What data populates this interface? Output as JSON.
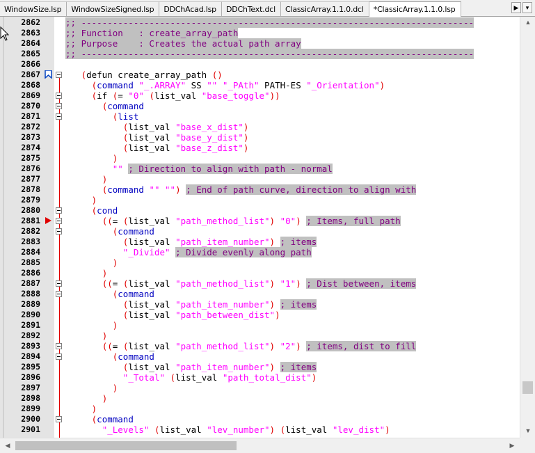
{
  "tabs": [
    {
      "label": "WindowSize.lsp",
      "active": false
    },
    {
      "label": "WindowSizeSigned.lsp",
      "active": false
    },
    {
      "label": "DDChAcad.lsp",
      "active": false
    },
    {
      "label": "DDChText.dcl",
      "active": false
    },
    {
      "label": "ClassicArray.1.1.0.dcl",
      "active": false
    },
    {
      "label": "*ClassicArray.1.1.0.lsp",
      "active": true
    }
  ],
  "tab_nav": {
    "next": "▶",
    "menu": "▾"
  },
  "colors": {
    "comment": "#800080",
    "keyword": "#0000c0",
    "paren": "#e00000",
    "string": "#ff00ff",
    "gutter": "#e4e4e4"
  },
  "lines": [
    {
      "n": "2862",
      "segs": [
        [
          ";; ---------------------------------------------------------------------------",
          "cmfull"
        ]
      ]
    },
    {
      "n": "2863",
      "segs": [
        [
          ";; Function   : create_array_path",
          "cmfull"
        ]
      ]
    },
    {
      "n": "2864",
      "segs": [
        [
          ";; Purpose    : Creates the actual path array",
          "cmfull"
        ]
      ]
    },
    {
      "n": "2865",
      "segs": [
        [
          ";; ---------------------------------------------------------------------------",
          "cmfull"
        ]
      ]
    },
    {
      "n": "2866",
      "segs": []
    },
    {
      "n": "2867",
      "bookmark": true,
      "fold": true,
      "segs": [
        [
          "   ",
          ""
        ],
        [
          "(",
          "pr"
        ],
        [
          "defun create_array_path ",
          ""
        ],
        [
          "()",
          "pr"
        ]
      ]
    },
    {
      "n": "2868",
      "segs": [
        [
          "     ",
          ""
        ],
        [
          "(",
          "pr"
        ],
        [
          "command ",
          "kw"
        ],
        [
          "\"_.ARRAY\"",
          "st"
        ],
        [
          " SS ",
          ""
        ],
        [
          "\"\"",
          "st"
        ],
        [
          " ",
          ""
        ],
        [
          "\"_PAth\"",
          "st"
        ],
        [
          " PATH-ES ",
          ""
        ],
        [
          "\"_Orientation\"",
          "st"
        ],
        [
          ")",
          "pr"
        ]
      ]
    },
    {
      "n": "2869",
      "fold": true,
      "segs": [
        [
          "     ",
          ""
        ],
        [
          "(",
          "pr"
        ],
        [
          "if ",
          ""
        ],
        [
          "(",
          "pr"
        ],
        [
          "= ",
          ""
        ],
        [
          "\"0\"",
          "st"
        ],
        [
          " ",
          ""
        ],
        [
          "(",
          "pr"
        ],
        [
          "list_val ",
          ""
        ],
        [
          "\"base_toggle\"",
          "st"
        ],
        [
          "))",
          "pr"
        ]
      ]
    },
    {
      "n": "2870",
      "fold": true,
      "segs": [
        [
          "       ",
          ""
        ],
        [
          "(",
          "pr"
        ],
        [
          "command",
          "kw"
        ]
      ]
    },
    {
      "n": "2871",
      "fold": true,
      "segs": [
        [
          "         ",
          ""
        ],
        [
          "(",
          "pr"
        ],
        [
          "list",
          "kw"
        ]
      ]
    },
    {
      "n": "2872",
      "segs": [
        [
          "           ",
          ""
        ],
        [
          "(",
          "pr"
        ],
        [
          "list_val ",
          ""
        ],
        [
          "\"base_x_dist\"",
          "st"
        ],
        [
          ")",
          "pr"
        ]
      ]
    },
    {
      "n": "2873",
      "segs": [
        [
          "           ",
          ""
        ],
        [
          "(",
          "pr"
        ],
        [
          "list_val ",
          ""
        ],
        [
          "\"base_y_dist\"",
          "st"
        ],
        [
          ")",
          "pr"
        ]
      ]
    },
    {
      "n": "2874",
      "segs": [
        [
          "           ",
          ""
        ],
        [
          "(",
          "pr"
        ],
        [
          "list_val ",
          ""
        ],
        [
          "\"base_z_dist\"",
          "st"
        ],
        [
          ")",
          "pr"
        ]
      ]
    },
    {
      "n": "2875",
      "segs": [
        [
          "         ",
          ""
        ],
        [
          ")",
          "pr"
        ]
      ]
    },
    {
      "n": "2876",
      "segs": [
        [
          "         ",
          ""
        ],
        [
          "\"\"",
          "st"
        ],
        [
          " ",
          ""
        ],
        [
          "; Direction to align with path - normal",
          "cm"
        ]
      ]
    },
    {
      "n": "2877",
      "segs": [
        [
          "       ",
          ""
        ],
        [
          ")",
          "pr"
        ]
      ]
    },
    {
      "n": "2878",
      "segs": [
        [
          "       ",
          ""
        ],
        [
          "(",
          "pr"
        ],
        [
          "command ",
          "kw"
        ],
        [
          "\"\"",
          "st"
        ],
        [
          " ",
          ""
        ],
        [
          "\"\"",
          "st"
        ],
        [
          ")",
          "pr"
        ],
        [
          " ",
          ""
        ],
        [
          "; End of path curve, direction to align with",
          "cm"
        ]
      ]
    },
    {
      "n": "2879",
      "segs": [
        [
          "     ",
          ""
        ],
        [
          ")",
          "pr"
        ]
      ]
    },
    {
      "n": "2880",
      "fold": true,
      "segs": [
        [
          "     ",
          ""
        ],
        [
          "(",
          "pr"
        ],
        [
          "cond",
          "kw"
        ]
      ]
    },
    {
      "n": "2881",
      "marker": true,
      "fold": true,
      "segs": [
        [
          "       ",
          ""
        ],
        [
          "((",
          "pr"
        ],
        [
          "= ",
          ""
        ],
        [
          "(",
          "pr"
        ],
        [
          "list_val ",
          ""
        ],
        [
          "\"path_method_list\"",
          "st"
        ],
        [
          ")",
          "pr"
        ],
        [
          " ",
          ""
        ],
        [
          "\"0\"",
          "st"
        ],
        [
          ")",
          "pr"
        ],
        [
          " ",
          ""
        ],
        [
          "; Items, full path",
          "cm"
        ]
      ]
    },
    {
      "n": "2882",
      "fold": true,
      "segs": [
        [
          "         ",
          ""
        ],
        [
          "(",
          "pr"
        ],
        [
          "command",
          "kw"
        ]
      ]
    },
    {
      "n": "2883",
      "segs": [
        [
          "           ",
          ""
        ],
        [
          "(",
          "pr"
        ],
        [
          "list_val ",
          ""
        ],
        [
          "\"path_item_number\"",
          "st"
        ],
        [
          ")",
          "pr"
        ],
        [
          " ",
          ""
        ],
        [
          "; items",
          "cm"
        ]
      ]
    },
    {
      "n": "2884",
      "segs": [
        [
          "           ",
          ""
        ],
        [
          "\"_Divide\"",
          "st"
        ],
        [
          " ",
          ""
        ],
        [
          "; Divide evenly along path",
          "cm"
        ]
      ]
    },
    {
      "n": "2885",
      "segs": [
        [
          "         ",
          ""
        ],
        [
          ")",
          "pr"
        ]
      ]
    },
    {
      "n": "2886",
      "segs": [
        [
          "       ",
          ""
        ],
        [
          ")",
          "pr"
        ]
      ]
    },
    {
      "n": "2887",
      "fold": true,
      "segs": [
        [
          "       ",
          ""
        ],
        [
          "((",
          "pr"
        ],
        [
          "= ",
          ""
        ],
        [
          "(",
          "pr"
        ],
        [
          "list_val ",
          ""
        ],
        [
          "\"path_method_list\"",
          "st"
        ],
        [
          ")",
          "pr"
        ],
        [
          " ",
          ""
        ],
        [
          "\"1\"",
          "st"
        ],
        [
          ")",
          "pr"
        ],
        [
          " ",
          ""
        ],
        [
          "; Dist between, items",
          "cm"
        ]
      ]
    },
    {
      "n": "2888",
      "fold": true,
      "segs": [
        [
          "         ",
          ""
        ],
        [
          "(",
          "pr"
        ],
        [
          "command",
          "kw"
        ]
      ]
    },
    {
      "n": "2889",
      "segs": [
        [
          "           ",
          ""
        ],
        [
          "(",
          "pr"
        ],
        [
          "list_val ",
          ""
        ],
        [
          "\"path_item_number\"",
          "st"
        ],
        [
          ")",
          "pr"
        ],
        [
          " ",
          ""
        ],
        [
          "; items",
          "cm"
        ]
      ]
    },
    {
      "n": "2890",
      "segs": [
        [
          "           ",
          ""
        ],
        [
          "(",
          "pr"
        ],
        [
          "list_val ",
          ""
        ],
        [
          "\"path_between_dist\"",
          "st"
        ],
        [
          ")",
          "pr"
        ]
      ]
    },
    {
      "n": "2891",
      "segs": [
        [
          "         ",
          ""
        ],
        [
          ")",
          "pr"
        ]
      ]
    },
    {
      "n": "2892",
      "segs": [
        [
          "       ",
          ""
        ],
        [
          ")",
          "pr"
        ]
      ]
    },
    {
      "n": "2893",
      "fold": true,
      "segs": [
        [
          "       ",
          ""
        ],
        [
          "((",
          "pr"
        ],
        [
          "= ",
          ""
        ],
        [
          "(",
          "pr"
        ],
        [
          "list_val ",
          ""
        ],
        [
          "\"path_method_list\"",
          "st"
        ],
        [
          ")",
          "pr"
        ],
        [
          " ",
          ""
        ],
        [
          "\"2\"",
          "st"
        ],
        [
          ")",
          "pr"
        ],
        [
          " ",
          ""
        ],
        [
          "; items, dist to fill",
          "cm"
        ]
      ]
    },
    {
      "n": "2894",
      "fold": true,
      "segs": [
        [
          "         ",
          ""
        ],
        [
          "(",
          "pr"
        ],
        [
          "command",
          "kw"
        ]
      ]
    },
    {
      "n": "2895",
      "segs": [
        [
          "           ",
          ""
        ],
        [
          "(",
          "pr"
        ],
        [
          "list_val ",
          ""
        ],
        [
          "\"path_item_number\"",
          "st"
        ],
        [
          ")",
          "pr"
        ],
        [
          " ",
          ""
        ],
        [
          "; items",
          "cm"
        ]
      ]
    },
    {
      "n": "2896",
      "segs": [
        [
          "           ",
          ""
        ],
        [
          "\"_Total\"",
          "st"
        ],
        [
          " ",
          ""
        ],
        [
          "(",
          "pr"
        ],
        [
          "list_val ",
          ""
        ],
        [
          "\"path_total_dist\"",
          "st"
        ],
        [
          ")",
          "pr"
        ]
      ]
    },
    {
      "n": "2897",
      "segs": [
        [
          "         ",
          ""
        ],
        [
          ")",
          "pr"
        ]
      ]
    },
    {
      "n": "2898",
      "segs": [
        [
          "       ",
          ""
        ],
        [
          ")",
          "pr"
        ]
      ]
    },
    {
      "n": "2899",
      "segs": [
        [
          "     ",
          ""
        ],
        [
          ")",
          "pr"
        ]
      ]
    },
    {
      "n": "2900",
      "fold": true,
      "segs": [
        [
          "     ",
          ""
        ],
        [
          "(",
          "pr"
        ],
        [
          "command",
          "kw"
        ]
      ]
    },
    {
      "n": "2901",
      "segs": [
        [
          "       ",
          ""
        ],
        [
          "\"_Levels\"",
          "st"
        ],
        [
          " ",
          ""
        ],
        [
          "(",
          "pr"
        ],
        [
          "list_val ",
          ""
        ],
        [
          "\"lev_number\"",
          "st"
        ],
        [
          ")",
          "pr"
        ],
        [
          " ",
          ""
        ],
        [
          "(",
          "pr"
        ],
        [
          "list_val ",
          ""
        ],
        [
          "\"lev_dist\"",
          "st"
        ],
        [
          ")",
          "pr"
        ]
      ]
    }
  ]
}
